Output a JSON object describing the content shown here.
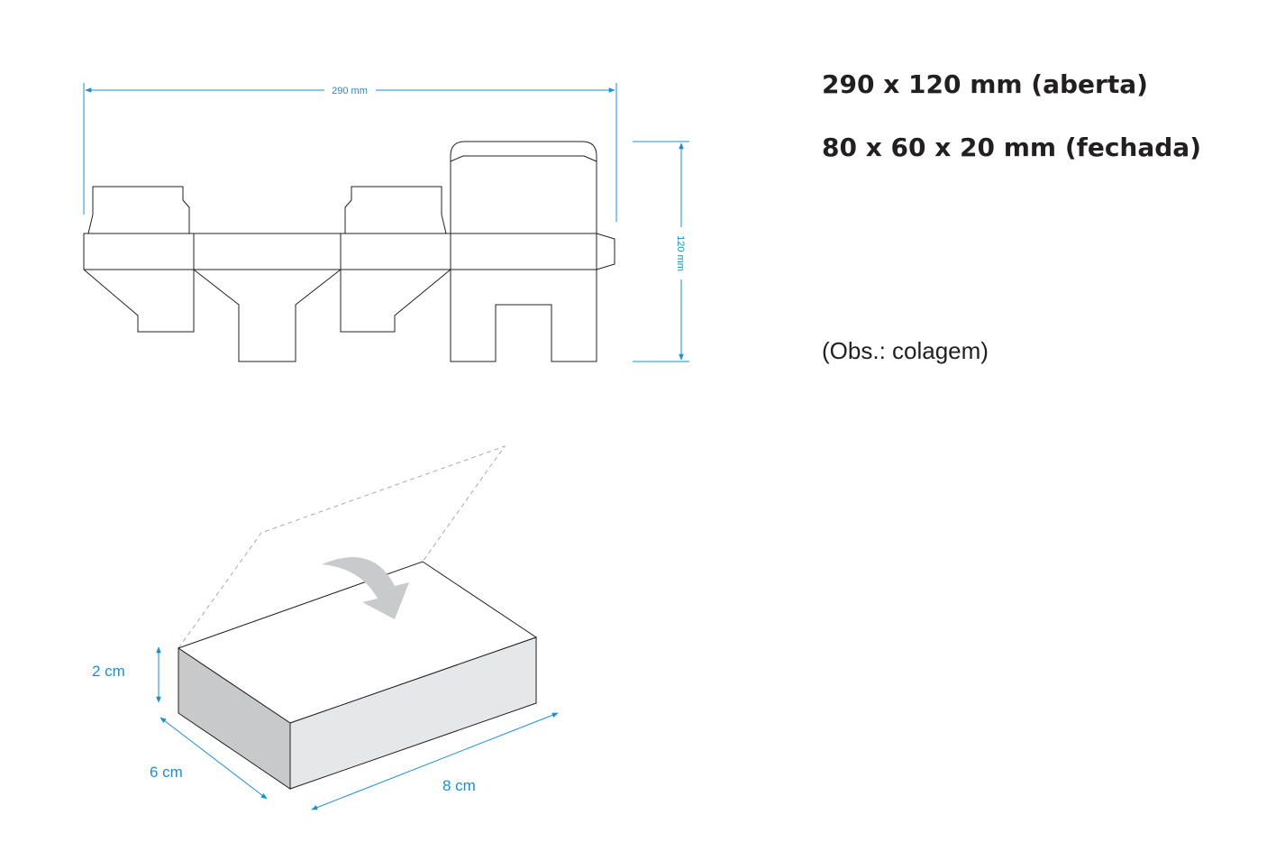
{
  "dieline": {
    "width_label": "290 mm",
    "height_label": "120 mm"
  },
  "specs": {
    "open": "290 x 120 mm (aberta)",
    "closed": "80 x 60 x 20 mm (fechada)",
    "note": "(Obs.: colagem)"
  },
  "box": {
    "height_label": "2 cm",
    "depth_label": "6 cm",
    "length_label": "8 cm"
  },
  "colors": {
    "dimension": "#1a8fd0",
    "outline": "#231f20",
    "box_front": "#c8c9ca",
    "box_right": "#e6e7e8",
    "arrow": "#c9cacb"
  }
}
